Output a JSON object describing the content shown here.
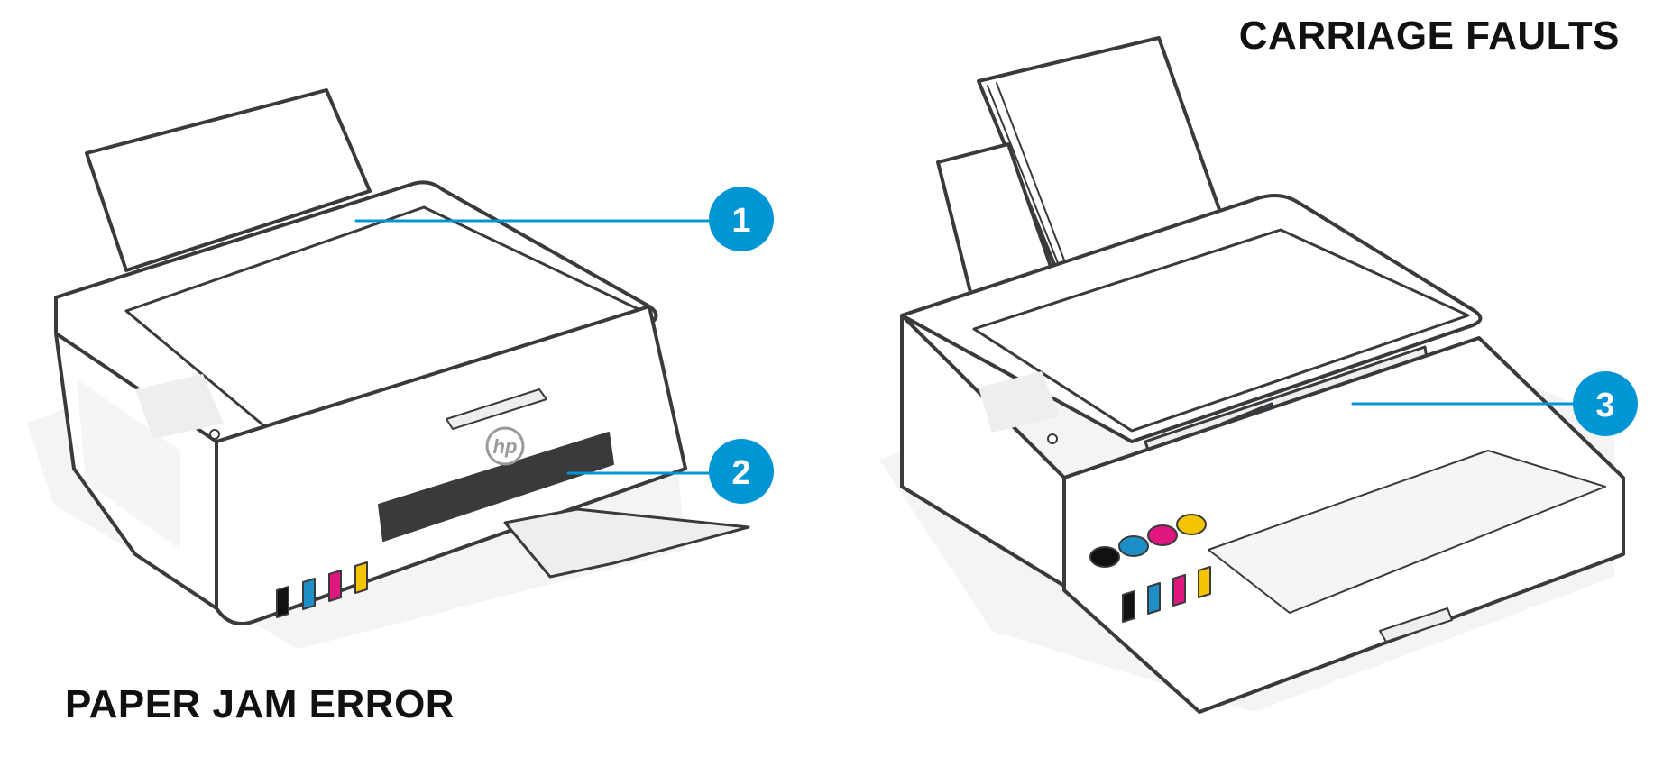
{
  "headings": {
    "paper_jam": "PAPER JAM ERROR",
    "carriage": "CARRIAGE FAULTS"
  },
  "callouts": [
    {
      "number": "1",
      "color": "#0096d6"
    },
    {
      "number": "2",
      "color": "#0096d6"
    },
    {
      "number": "3",
      "color": "#0096d6"
    }
  ],
  "brand_logo": "hp",
  "ink_colors": [
    "#111111",
    "#1e8fc6",
    "#e0177e",
    "#f5c400"
  ],
  "colors": {
    "outline": "#3a3a3a",
    "body": "#ffffff",
    "shade": "#eeeeee",
    "shadow": "#f4f4f4",
    "accent": "#0096d6"
  }
}
